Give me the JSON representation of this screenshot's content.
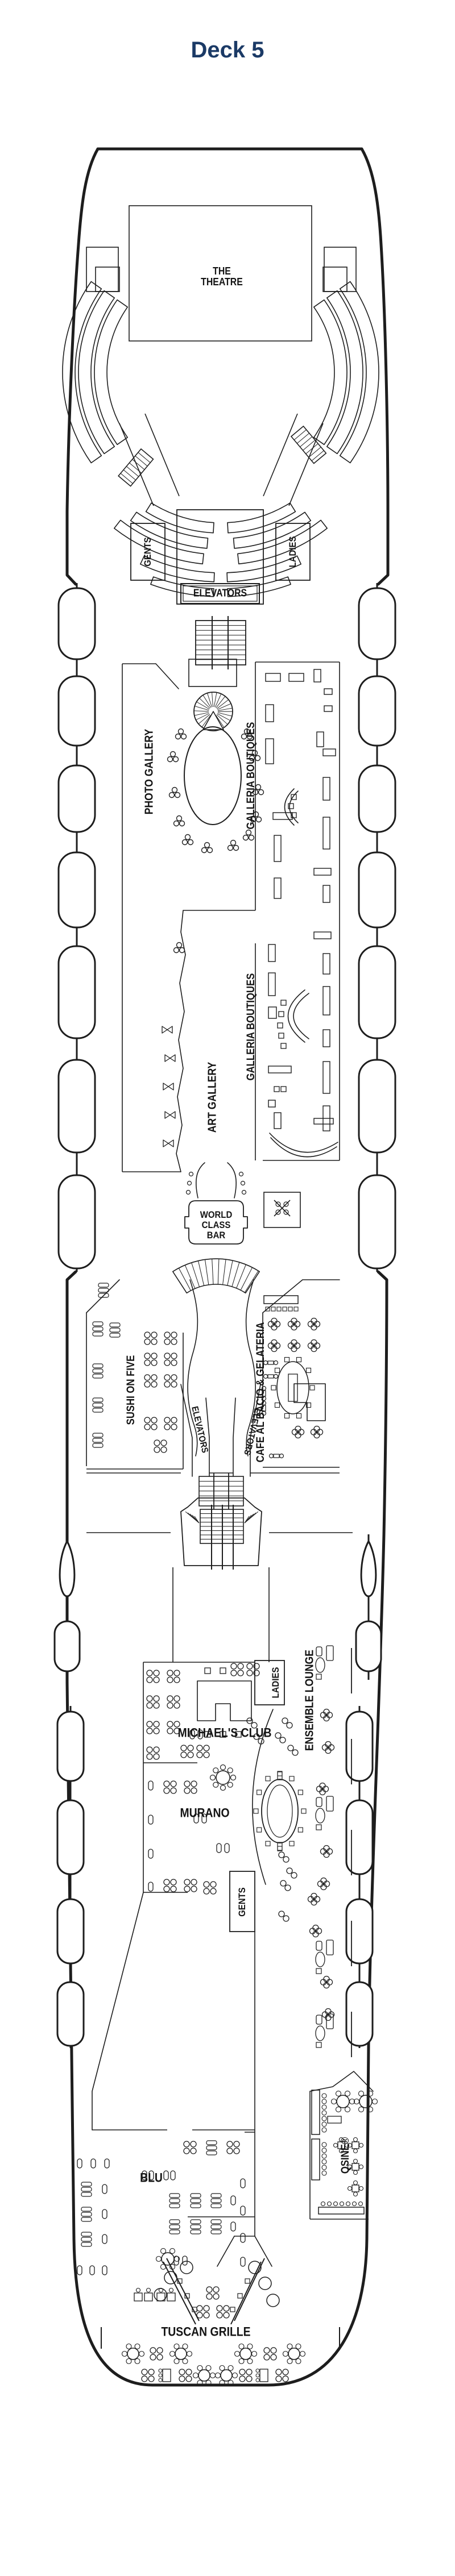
{
  "page_title": "Deck 5",
  "theme": {
    "title_color": "#1b3a66",
    "line_color": "#1d1d1d",
    "background": "#ffffff"
  },
  "venues": {
    "theatre": "THE THEATRE",
    "gents_fwd": "GENTS",
    "ladies_fwd": "LADIES",
    "elevators_fwd": "ELEVATORS",
    "photo_gallery": "PHOTO GALLERY",
    "galleria_boutiques_fwd": "GALLERIA BOUTIQUES",
    "galleria_boutiques_mid": "GALLERIA BOUTIQUES",
    "art_gallery": "ART GALLERY",
    "world_class_bar": "WORLD CLASS BAR",
    "sushi_on_five": "SUSHI ON FIVE",
    "elevators_port": "ELEVATORS",
    "elevators_stbd": "ELEVATORS",
    "cafe_al_bacio": "CAFE AL BACIO & GELATERIA",
    "michaels_club": "MICHAEL'S CLUB",
    "murano": "MURANO",
    "ladies_aft": "LADIES",
    "ensemble_lounge": "ENSEMBLE LOUNGE",
    "gents_aft": "GENTS",
    "qsine": "QSINE®",
    "blu": "BLU",
    "tuscan_grille": "TUSCAN GRILLE"
  },
  "icons": {
    "lifeboat-icon": "stadium outline",
    "tender-boat-icon": "teardrop outline",
    "stairs-icon": "hatched rectangle",
    "spiral-stairs-icon": "radial fan",
    "dining-table-icon": "circle or cross with chairs"
  }
}
